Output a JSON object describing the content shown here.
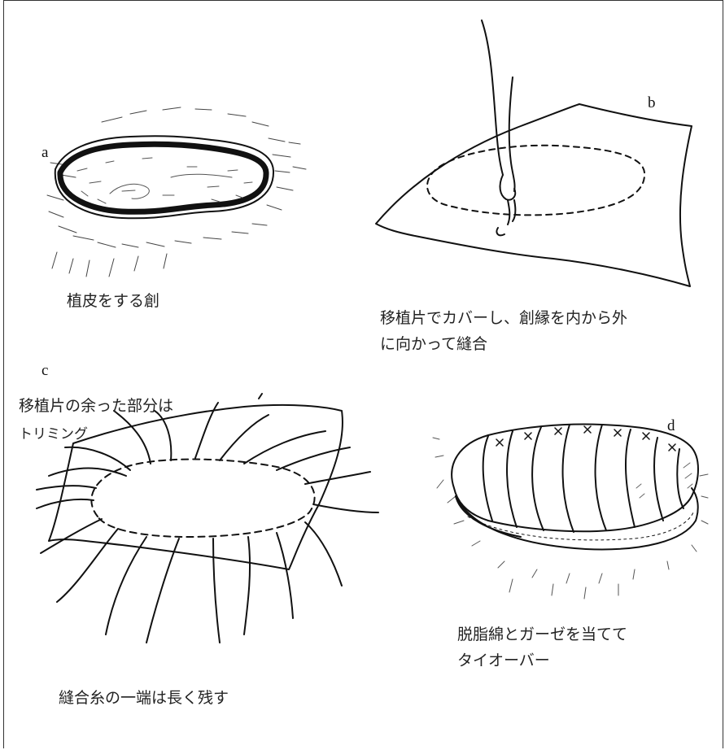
{
  "panels": {
    "a": {
      "letter": "a",
      "caption": "植皮をする創"
    },
    "b": {
      "letter": "b",
      "caption_line1": "移植片でカバーし、創縁を内から外",
      "caption_line2": "に向かって縫合"
    },
    "c": {
      "letter": "c",
      "note_line1": "移植片の余った部分は",
      "note_line2": "トリミング",
      "caption": "縫合糸の一端は長く残す"
    },
    "d": {
      "letter": "d",
      "caption_line1": "脱脂綿とガーゼを当てて",
      "caption_line2": "タイオーバー"
    }
  }
}
